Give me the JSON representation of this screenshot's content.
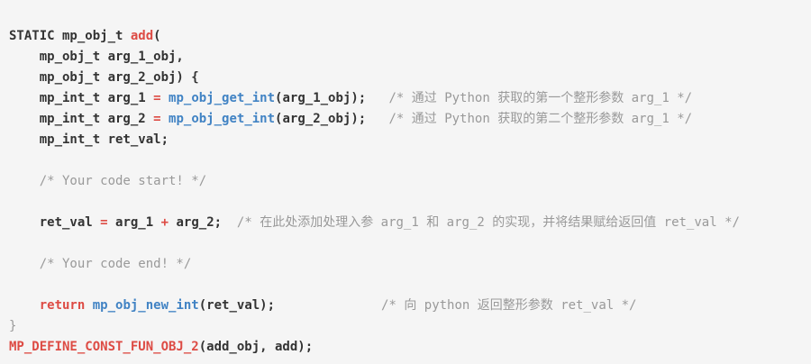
{
  "code": {
    "language": "c",
    "colors": {
      "background": "#f5f5f5",
      "plain": "#333333",
      "red": "#dd4b44",
      "blue": "#4183c4",
      "comment": "#999999",
      "gray": "#999999"
    },
    "lines": [
      [
        {
          "t": "STATIC mp_obj_t ",
          "c": "p"
        },
        {
          "t": "add",
          "c": "r"
        },
        {
          "t": "(",
          "c": "p"
        }
      ],
      [
        {
          "t": "    mp_obj_t arg_1_obj,",
          "c": "p"
        }
      ],
      [
        {
          "t": "    mp_obj_t arg_2_obj) {",
          "c": "p"
        }
      ],
      [
        {
          "t": "    mp_int_t arg_1 ",
          "c": "p"
        },
        {
          "t": "=",
          "c": "r"
        },
        {
          "t": " ",
          "c": "p"
        },
        {
          "t": "mp_obj_get_int",
          "c": "b"
        },
        {
          "t": "(arg_1_obj);",
          "c": "p"
        },
        {
          "t": "   /* 通过 Python 获取的第一个整形参数 arg_1 */",
          "c": "c"
        }
      ],
      [
        {
          "t": "    mp_int_t arg_2 ",
          "c": "p"
        },
        {
          "t": "=",
          "c": "r"
        },
        {
          "t": " ",
          "c": "p"
        },
        {
          "t": "mp_obj_get_int",
          "c": "b"
        },
        {
          "t": "(arg_2_obj);",
          "c": "p"
        },
        {
          "t": "   /* 通过 Python 获取的第二个整形参数 arg_1 */",
          "c": "c"
        }
      ],
      [
        {
          "t": "    mp_int_t ret_val;",
          "c": "p"
        }
      ],
      [],
      [
        {
          "t": "    /* Your code start! */",
          "c": "c"
        }
      ],
      [],
      [
        {
          "t": "    ret_val ",
          "c": "p"
        },
        {
          "t": "=",
          "c": "r"
        },
        {
          "t": " arg_1 ",
          "c": "p"
        },
        {
          "t": "+",
          "c": "r"
        },
        {
          "t": " arg_2;",
          "c": "p"
        },
        {
          "t": "  /* 在此处添加处理入参 arg_1 和 arg_2 的实现，并将结果赋给返回值 ret_val */",
          "c": "c"
        }
      ],
      [],
      [
        {
          "t": "    /* Your code end! */",
          "c": "c"
        }
      ],
      [],
      [
        {
          "t": "    ",
          "c": "p"
        },
        {
          "t": "return",
          "c": "r"
        },
        {
          "t": " ",
          "c": "p"
        },
        {
          "t": "mp_obj_new_int",
          "c": "b"
        },
        {
          "t": "(ret_val);",
          "c": "p"
        },
        {
          "t": "              /* 向 python 返回整形参数 ret_val */",
          "c": "c"
        }
      ],
      [
        {
          "t": "}",
          "c": "g"
        }
      ],
      [
        {
          "t": "MP_DEFINE_CONST_FUN_OBJ_2",
          "c": "r"
        },
        {
          "t": "(add_obj, add);",
          "c": "p"
        }
      ]
    ]
  }
}
